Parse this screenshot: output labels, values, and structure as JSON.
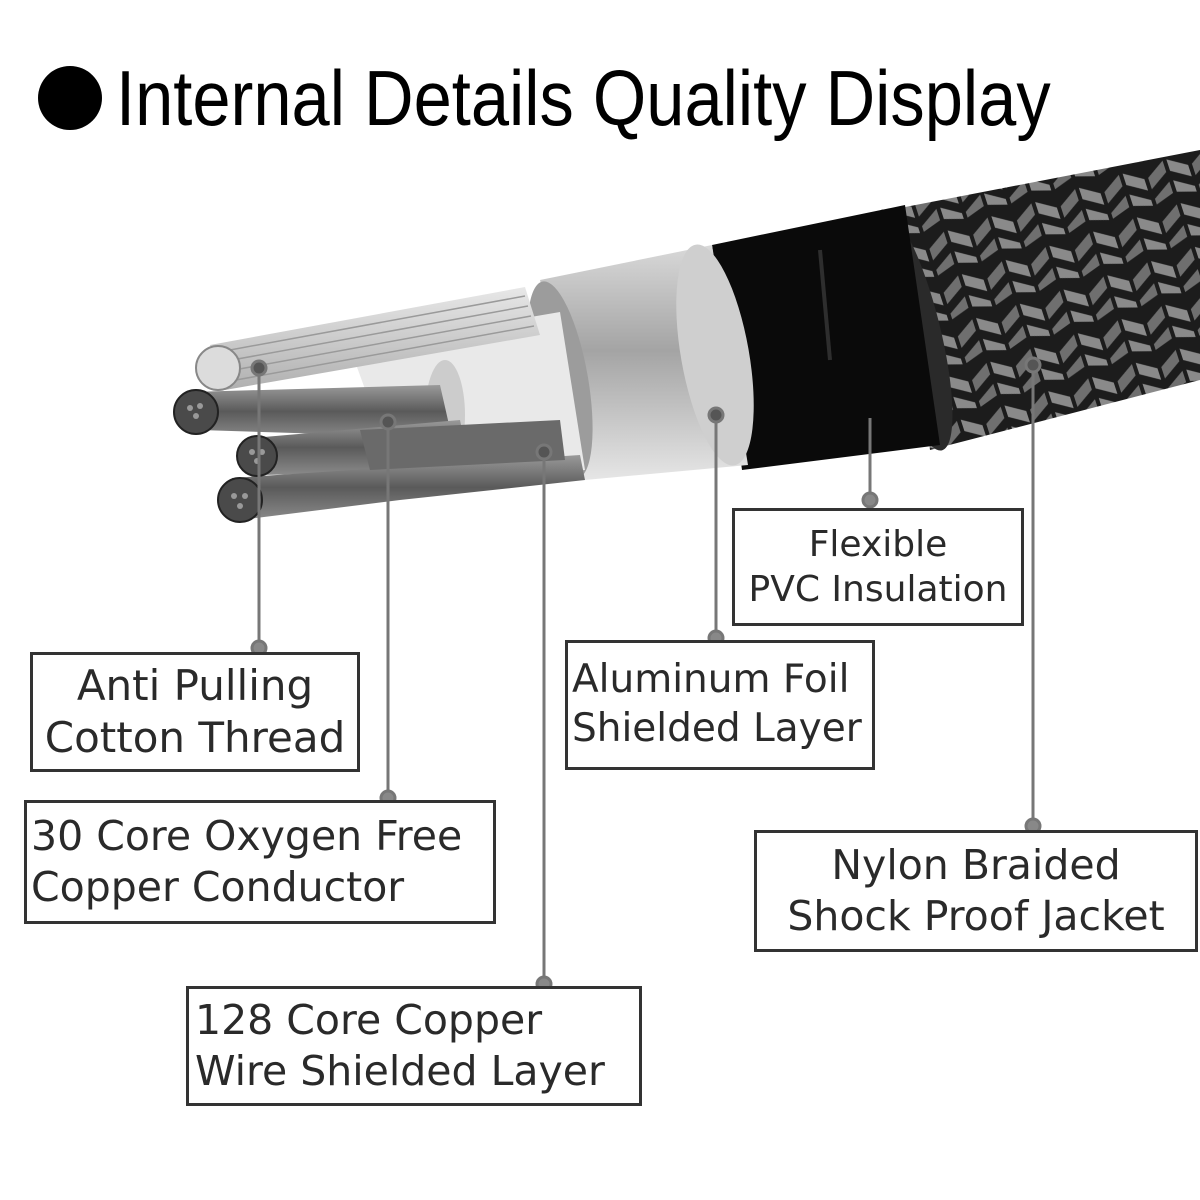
{
  "header": {
    "title": "Internal Details Quality Display"
  },
  "labels": {
    "anti_pulling": [
      "Anti Pulling",
      "Cotton Thread"
    ],
    "core30": [
      "30 Core Oxygen Free",
      "Copper Conductor"
    ],
    "core128": [
      "128 Core Copper",
      "Wire Shielded Layer"
    ],
    "aluminum": [
      "Aluminum Foil",
      "Shielded Layer"
    ],
    "pvc": [
      "Flexible",
      "PVC Insulation"
    ],
    "nylon": [
      "Nylon Braided",
      "Shock Proof Jacket"
    ]
  },
  "colors": {
    "braid_dark": "#1c1c1c",
    "braid_light": "#8a8a8a",
    "pvc": "#0a0a0a",
    "foil": "#b8b8b8",
    "copper_wire": "#6e6e6e",
    "leader_line": "#777777",
    "box_border": "#333333"
  }
}
